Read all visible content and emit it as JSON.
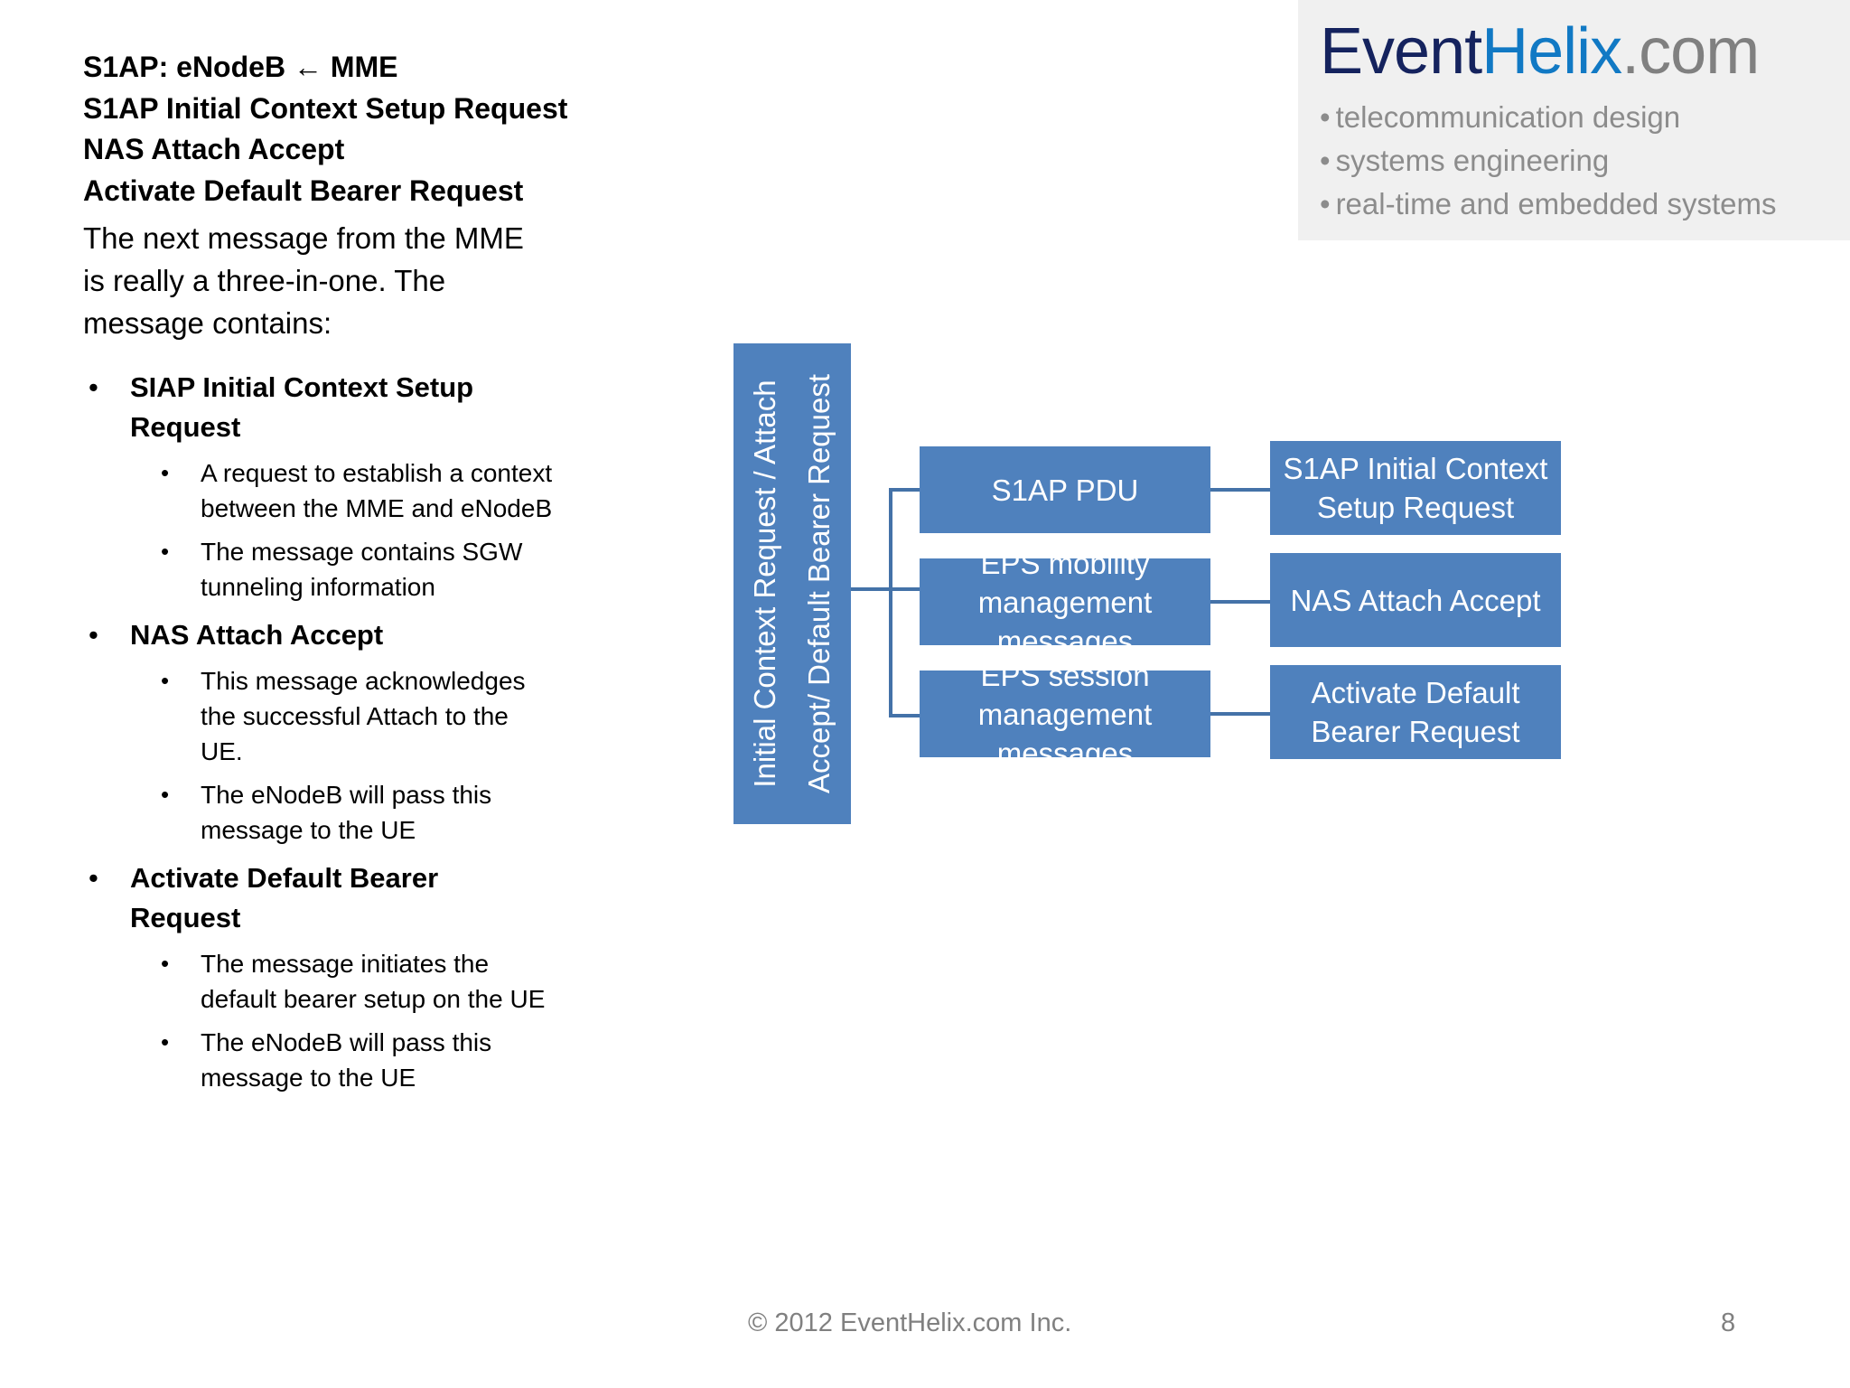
{
  "logo": {
    "word_event": "Event",
    "word_helix": "Helix",
    "word_dotcom": ".com",
    "taglines": [
      "telecommunication design",
      "systems engineering",
      "real-time and embedded systems"
    ],
    "bullet_glyph": "•",
    "bg_color": "#f0f0f0",
    "event_color": "#15235e",
    "helix_color": "#1179c4",
    "dotcom_color": "#808080"
  },
  "heading": {
    "lines": [
      "S1AP: eNodeB ← MME",
      "S1AP Initial Context Setup Request",
      "NAS Attach Accept",
      "Activate Default Bearer Request"
    ]
  },
  "body": {
    "intro": "The next message from the MME is really a three-in-one. The message contains:",
    "bullet_glyph": "•",
    "groups": [
      {
        "title": "SIAP Initial Context Setup Request",
        "subs": [
          "A request to establish a context between the MME and eNodeB",
          "The message contains SGW tunneling information"
        ]
      },
      {
        "title": "NAS Attach Accept",
        "subs": [
          "This message  acknowledges the successful Attach to the UE.",
          "The eNodeB will pass this message to the UE"
        ]
      },
      {
        "title": "Activate Default Bearer Request",
        "subs": [
          "The message  initiates the default bearer setup on the UE",
          "The eNodeB will pass this message to the UE"
        ]
      }
    ]
  },
  "diagram": {
    "vertical_bar_label_line1": "Initial Context Request / Attach",
    "vertical_bar_label_line2": "Accept/ Default Bearer Request",
    "box_fill": "#4f81bd",
    "connector_color": "#4472a8",
    "middle_boxes": [
      "S1AP PDU",
      "EPS mobility management messages",
      "EPS session management messages"
    ],
    "right_boxes": [
      "S1AP Initial Context Setup Request",
      "NAS Attach Accept",
      "Activate Default Bearer Request"
    ]
  },
  "footer": {
    "copyright": "© 2012 EventHelix.com Inc.",
    "page_number": "8"
  }
}
